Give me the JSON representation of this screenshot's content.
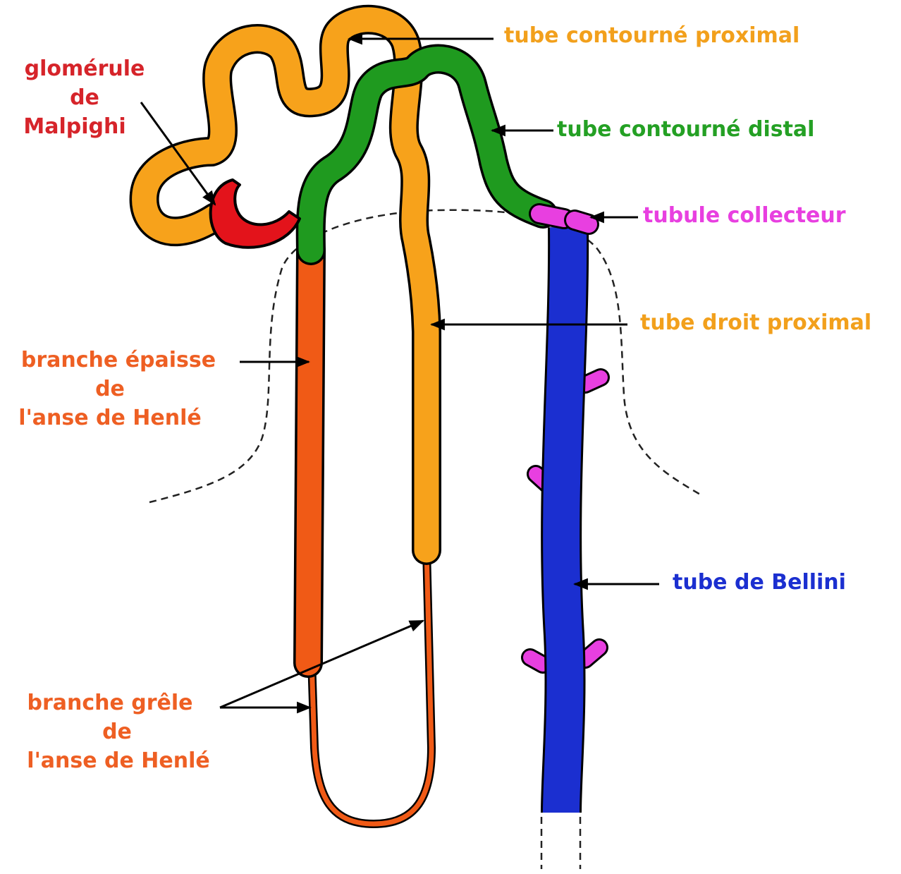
{
  "labels": {
    "glomerule_line1": "glomérule",
    "glomerule_line2": "de",
    "glomerule_line3": "Malpighi",
    "tcp": "tube contourné proximal",
    "tcd": "tube contourné distal",
    "tubule_collecteur": "tubule collecteur",
    "tube_droit_proximal": "tube droit proximal",
    "branche_epaisse_line1": "branche épaisse",
    "branche_epaisse_line2": "de",
    "branche_epaisse_line3": "l'anse de Henlé",
    "tube_bellini": "tube de Bellini",
    "branche_grele_line1": "branche grêle",
    "branche_grele_line2": "de",
    "branche_grele_line3": "l'anse de Henlé"
  },
  "colors": {
    "glomerule": "#e3131b",
    "proximal": "#f7a21b",
    "distal": "#1f9a1f",
    "collecteur": "#e83fe0",
    "bellini": "#1b2fd0",
    "henle_thick": "#f05a16",
    "henle_thin": "#f05a16",
    "outline": "#000000"
  }
}
